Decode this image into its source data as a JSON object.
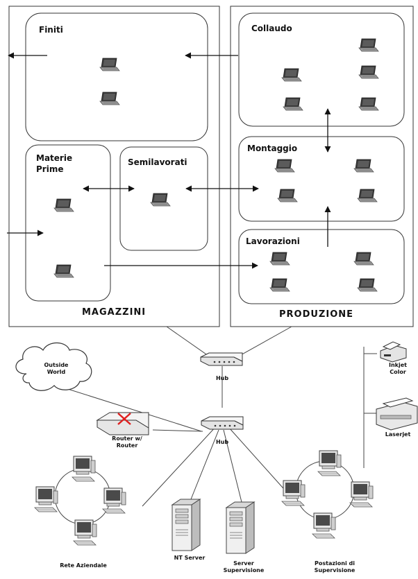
{
  "groups": {
    "magazzini": "MAGAZZINI",
    "produzione": "PRODUZIONE"
  },
  "zones": {
    "finiti": "Finiti",
    "materie_prime": "Materie\nPrime",
    "semilavorati": "Semilavorati",
    "collaudo": "Collaudo",
    "montaggio": "Montaggio",
    "lavorazioni": "Lavorazioni"
  },
  "devices": {
    "hub_top": "Hub",
    "hub_bottom": "Hub",
    "outside_world": "Outside\nWorld",
    "router": "Router w/\nRouter",
    "inkjet": "Inkjet\nColor",
    "laserjet": "Laserjet",
    "nt_server": "NT Server",
    "server_supervisione": "Server\nSupervisione",
    "rete_aziendale": "Rete Aziendale",
    "postazioni": "Postazioni di\nSupervisione"
  },
  "colors": {
    "line": "#444444",
    "laptop_screen": "#3a3a3a",
    "laptop_body": "#9a9a9a",
    "router_x": "#e02020"
  },
  "icons": {
    "laptop": "laptop-icon",
    "workstation": "workstation-icon",
    "server": "server-icon",
    "hub": "hub-icon",
    "router": "router-icon",
    "cloud": "cloud-icon",
    "printer": "printer-icon"
  }
}
